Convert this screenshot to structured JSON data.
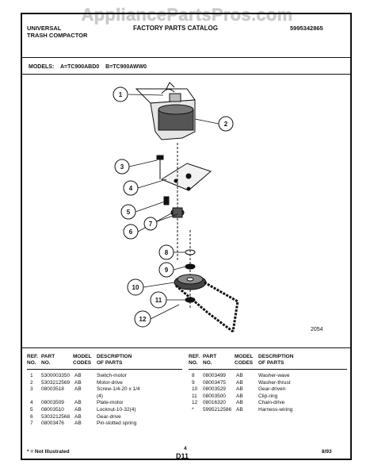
{
  "watermark": "AppliancePartsPros.com",
  "header": {
    "brand_line1": "UNIVERSAL",
    "brand_line2": "TRASH COMPACTOR",
    "title": "FACTORY PARTS CATALOG",
    "catalog_number": "5995342865"
  },
  "models": {
    "label": "MODELS:",
    "a": "A=TC900ABD0",
    "b": "B=TC900AWW0"
  },
  "callouts": [
    "1",
    "2",
    "3",
    "4",
    "5",
    "6",
    "7",
    "8",
    "9",
    "10",
    "11",
    "12"
  ],
  "figure_number": "2054",
  "table": {
    "headers": {
      "ref": "REF.\nNO.",
      "part": "PART\nNO.",
      "code": "MODEL\nCODES",
      "desc": "DESCRIPTION\nOF PARTS"
    },
    "left_rows": [
      {
        "ref": "1",
        "part": "5300003350",
        "code": "AB",
        "desc": "Switch-motor"
      },
      {
        "ref": "2",
        "part": "5303212569",
        "code": "AB",
        "desc": "Motor-drive"
      },
      {
        "ref": "3",
        "part": "08003518",
        "code": "AB",
        "desc": "Screw-1/4-20 x 1/4"
      },
      {
        "ref": "",
        "part": "",
        "code": "",
        "desc": "(4)"
      },
      {
        "ref": "4",
        "part": "08003509",
        "code": "AB",
        "desc": "Plate-motor"
      },
      {
        "ref": "5",
        "part": "08003510",
        "code": "AB",
        "desc": "Locknut-10-32(4)"
      },
      {
        "ref": "6",
        "part": "5303212568",
        "code": "AB",
        "desc": "Gear-drive"
      },
      {
        "ref": "7",
        "part": "08003476",
        "code": "AB",
        "desc": "Pin-slotted spring"
      }
    ],
    "right_rows": [
      {
        "ref": "8",
        "part": "08003499",
        "code": "AB",
        "desc": "Washer-wave"
      },
      {
        "ref": "9",
        "part": "08003475",
        "code": "AB",
        "desc": "Washer-thrust"
      },
      {
        "ref": "10",
        "part": "08003529",
        "code": "AB",
        "desc": "Gear-driven"
      },
      {
        "ref": "11",
        "part": "08003500",
        "code": "AB",
        "desc": "Clip-ring"
      },
      {
        "ref": "12",
        "part": "08016320",
        "code": "AB",
        "desc": "Chain-drive"
      },
      {
        "ref": "*",
        "part": "5995212586",
        "code": "AB",
        "desc": "Harness-wiring"
      }
    ]
  },
  "footer": {
    "note": "* = Not Illustrated",
    "page_a": "4",
    "page_b": "D11",
    "date": "8/93"
  }
}
